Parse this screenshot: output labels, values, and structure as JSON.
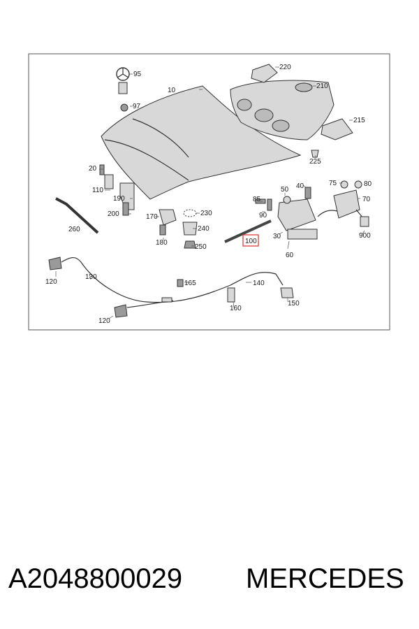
{
  "diagram": {
    "highlight_color": "#e03c3c",
    "callouts": [
      {
        "id": "95",
        "text": "95"
      },
      {
        "id": "97",
        "text": "97"
      },
      {
        "id": "10",
        "text": "10"
      },
      {
        "id": "220",
        "text": "220"
      },
      {
        "id": "210",
        "text": "210"
      },
      {
        "id": "215",
        "text": "215"
      },
      {
        "id": "225",
        "text": "225"
      },
      {
        "id": "20",
        "text": "20"
      },
      {
        "id": "110",
        "text": "110"
      },
      {
        "id": "190",
        "text": "190"
      },
      {
        "id": "200",
        "text": "200"
      },
      {
        "id": "260",
        "text": "260"
      },
      {
        "id": "170",
        "text": "170"
      },
      {
        "id": "230",
        "text": "230"
      },
      {
        "id": "240",
        "text": "240"
      },
      {
        "id": "180",
        "text": "180"
      },
      {
        "id": "250",
        "text": "250"
      },
      {
        "id": "85",
        "text": "85"
      },
      {
        "id": "50",
        "text": "50"
      },
      {
        "id": "40",
        "text": "40"
      },
      {
        "id": "75",
        "text": "75"
      },
      {
        "id": "80",
        "text": "80"
      },
      {
        "id": "90",
        "text": "90"
      },
      {
        "id": "70",
        "text": "70"
      },
      {
        "id": "30",
        "text": "30"
      },
      {
        "id": "100",
        "text": "100"
      },
      {
        "id": "60",
        "text": "60"
      },
      {
        "id": "900",
        "text": "900"
      },
      {
        "id": "120a",
        "text": "120"
      },
      {
        "id": "130",
        "text": "130"
      },
      {
        "id": "165",
        "text": "165"
      },
      {
        "id": "140",
        "text": "140"
      },
      {
        "id": "160",
        "text": "160"
      },
      {
        "id": "150",
        "text": "150"
      },
      {
        "id": "120b",
        "text": "120"
      }
    ],
    "highlighted_part": "100"
  },
  "caption": {
    "part_number": "A2048800029",
    "brand": "MERCEDES"
  }
}
